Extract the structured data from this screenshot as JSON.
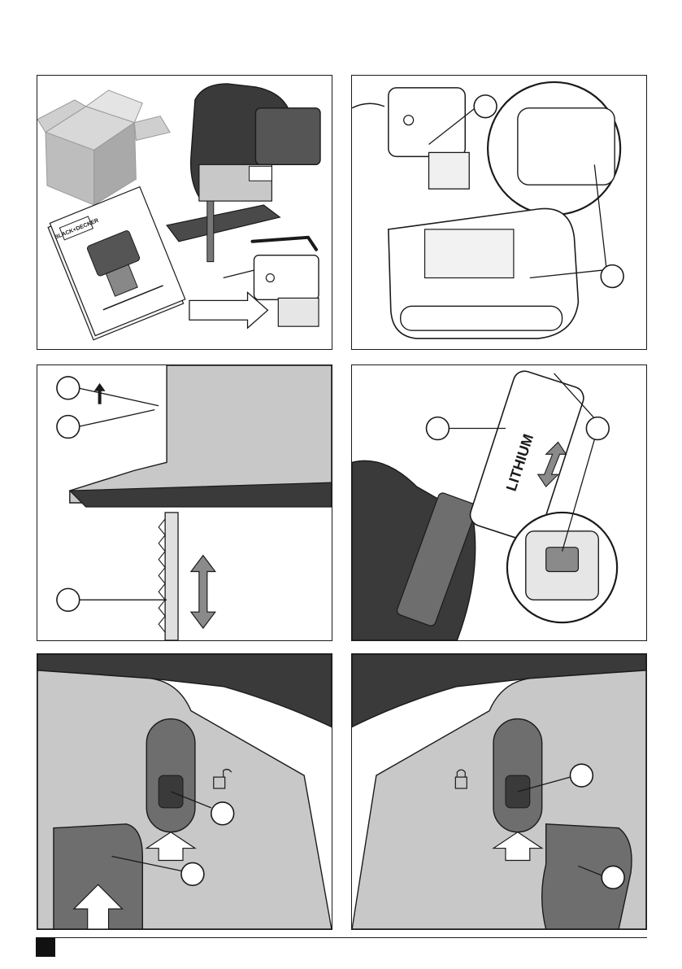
{
  "document": {
    "type": "instruction-manual-illustration-page",
    "brand": "BLACK+DECKER",
    "battery_label": "LITHIUM"
  },
  "colors": {
    "outline": "#1a1a1a",
    "body_dark": "#3a3a3a",
    "body_mid": "#6e6e6e",
    "body_light": "#c8c8c8",
    "panel_bg": "#ffffff",
    "arrow_fill": "#8a8a8a"
  },
  "figures": [
    {
      "id": "fig-1",
      "callouts": []
    },
    {
      "id": "fig-2",
      "callouts": [
        "",
        ""
      ]
    },
    {
      "id": "fig-3",
      "callouts": [
        "",
        "",
        ""
      ]
    },
    {
      "id": "fig-4",
      "callouts": [
        "",
        ""
      ]
    },
    {
      "id": "fig-5",
      "callouts": [
        "",
        ""
      ]
    },
    {
      "id": "fig-6",
      "callouts": [
        "",
        ""
      ]
    }
  ],
  "icons": [
    "open-padlock-icon",
    "closed-padlock-icon",
    "push-arrow-icon",
    "double-arrow-icon",
    "up-arrow-icon"
  ]
}
